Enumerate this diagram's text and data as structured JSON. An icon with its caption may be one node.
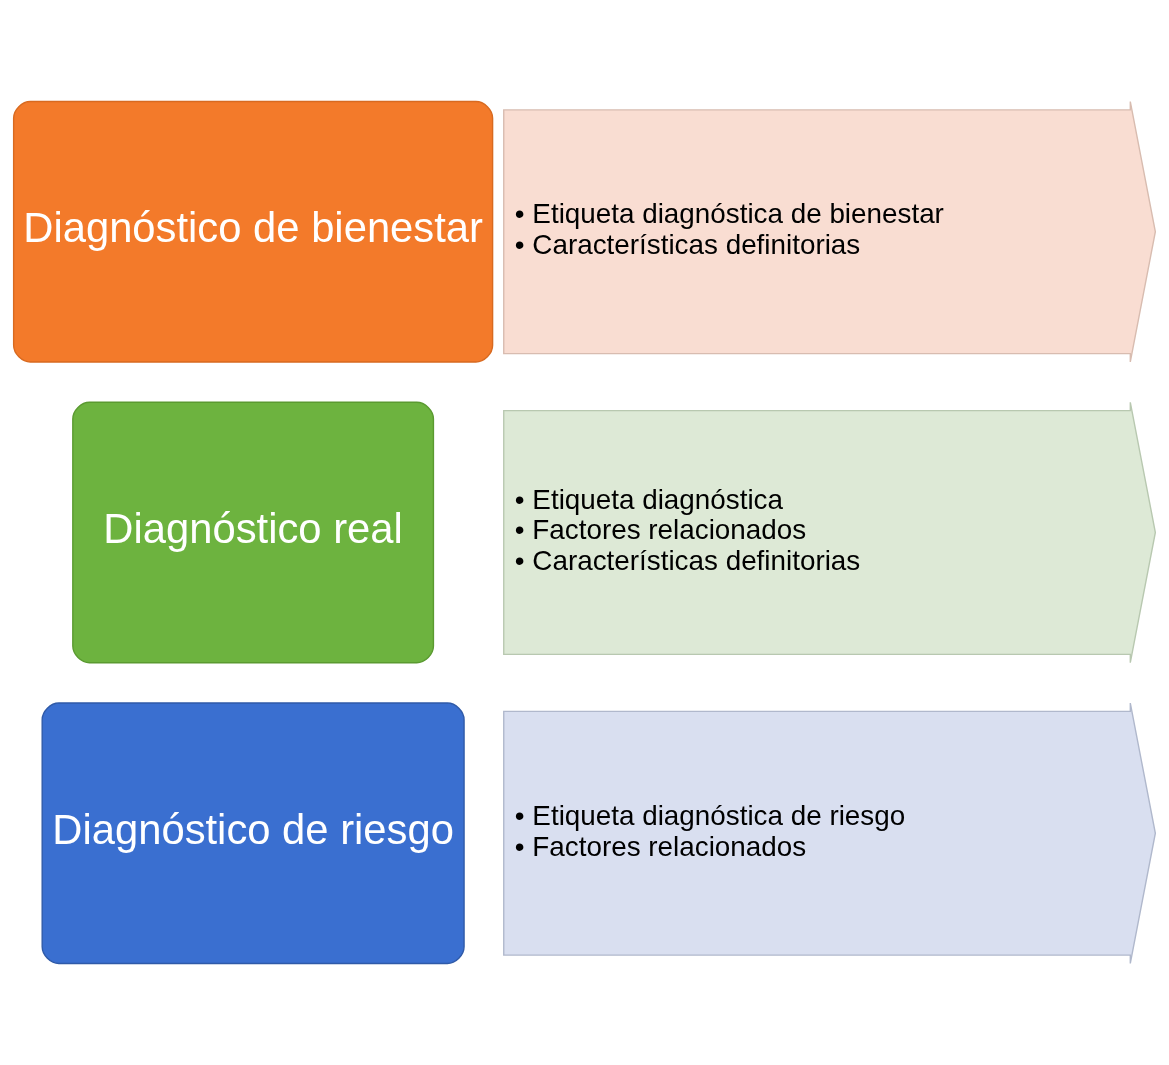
{
  "diagram": {
    "nodes": [
      {
        "text": [
          "Diagnóstico de riesgo"
        ]
      },
      {
        "text": [
          "• Etiqueta diagnóstica de riesgo",
          "• Factores relacionados"
        ]
      },
      {
        "text": [
          "Diagnóstico real"
        ]
      },
      {
        "text": [
          "• Etiqueta diagnóstica",
          "• Factores relacionados",
          "• Características definitorias"
        ]
      },
      {
        "text": [
          "Diagnóstico de bienestar"
        ]
      },
      {
        "text": [
          "• Etiqueta diagnóstica de bienestar",
          "• Características definitorias"
        ]
      }
    ]
  }
}
